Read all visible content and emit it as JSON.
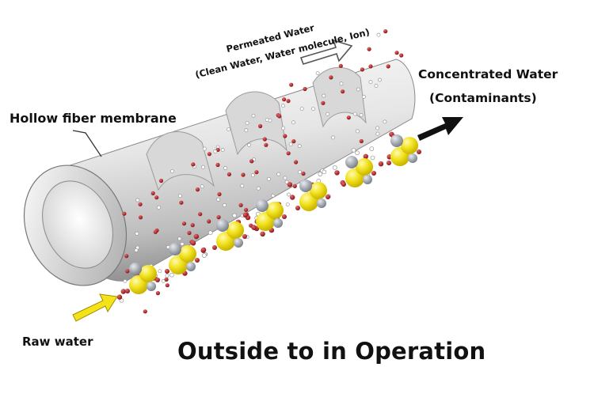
{
  "labels": {
    "hollow_fiber": "Hollow fiber membrane",
    "permeated_water": "Permeated Water",
    "permeated_detail": "(Clean Water, Water molecule, Ion)",
    "concentrated_water": "Concentrated Water",
    "contaminants": "(Contaminants)",
    "raw_water": "Raw water",
    "title": "Outside to in Operation"
  },
  "colors": {
    "membrane_light": "#f4f4f4",
    "membrane_shadow": "#9a9a9a",
    "contaminant_yellow": "#f2e21f",
    "contaminant_gray": "#9aa0aa",
    "ion_red": "#b8232a",
    "water_white": "#ffffff",
    "arrow_black": "#111111",
    "arrow_yellow": "#f5e31a"
  }
}
